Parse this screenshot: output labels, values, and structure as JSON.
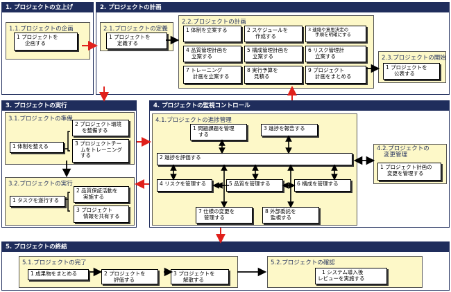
{
  "p1": {
    "title": "1. プロジェクトの立上げ",
    "s11": {
      "title": "1.1.プロジェクトの企画",
      "t1": "1 プロジェクトを",
      "t2": "企画する"
    }
  },
  "p2": {
    "title": "2. プロジェクトの計画",
    "s21": {
      "title": "2.1.プロジェクトの定義",
      "t1": "1 プロジェクトを",
      "t2": "定義する"
    },
    "s22": {
      "title": "2.2.プロジェクトの計画",
      "items": [
        {
          "l1": "1 体制を立案する",
          "l2": ""
        },
        {
          "l1": "2 スケジュールを",
          "l2": "作成する"
        },
        {
          "l1": "3 連絡や意思決定の",
          "l2": "手順を明確にする"
        },
        {
          "l1": "4 品質管理計画を",
          "l2": "立案する"
        },
        {
          "l1": "5 構成管理計画を",
          "l2": "立案する"
        },
        {
          "l1": "6 リスク管理計",
          "l2": "立案する"
        },
        {
          "l1": "7 トレーニング",
          "l2": "計画を立案する"
        },
        {
          "l1": "8 実行予算を",
          "l2": "見積る"
        },
        {
          "l1": "9 プロジェクト",
          "l2": "計画をまとめる"
        }
      ]
    },
    "s23": {
      "title": "2.3.プロジェクトの開始",
      "t1": "1 プロジェクトを",
      "t2": "公表する"
    }
  },
  "p3": {
    "title": "3. プロジェクトの実行",
    "s31": {
      "title": "3.1.プロジェクトの準備",
      "a": "1 体制を整える",
      "b1": "2 プロジェクト環境",
      "b2": "を整備する",
      "c1": "3 プロジェクトチー",
      "c2": "ムをトレーニング",
      "c3": "する"
    },
    "s32": {
      "title": "3.2.プロジェクトの実行",
      "a": "1 タスクを遂行する",
      "b1": "2 品質保証活動を",
      "b2": "実施する",
      "c1": "3 プロジェクト",
      "c2": "情報を共有する"
    }
  },
  "p4": {
    "title": "4. プロジェクトの監視コントロール",
    "s41": {
      "title": "4.1.プロジェクトの進捗管理",
      "i1a": "1 問題課題を管理",
      "i1b": "する",
      "i3": "3 進捗を報告する",
      "i2": "2 進捗を評価する",
      "i4": "4 リスクを管理する",
      "i5": "5 品質を管理する",
      "i6": "6 構成を管理する",
      "i7a": "7 仕様の変更を",
      "i7b": "管理する",
      "i8a": "8 外部委託を",
      "i8b": "監視する"
    },
    "s42": {
      "title1": "4.2.プロジェクトの",
      "title2": "変更管理",
      "t1": "1 プロジェクト計画の",
      "t2": "変更を管理する"
    }
  },
  "p5": {
    "title": "5. プロジェクトの終結",
    "s51": {
      "title": "5.1.プロジェクトの完了",
      "a": "1 成果物をまとめる",
      "b1": "2 プロジェクトを",
      "b2": "評価する",
      "c1": "3 プロジェクトを",
      "c2": "解散する"
    },
    "s52": {
      "title": "5.2.プロジェクトの確認",
      "t1": "1 システム導入後",
      "t2": "レビューを実施する"
    }
  },
  "colors": {
    "header": "#1f2d5c",
    "sub_bg": "#fdf8c8",
    "flow_arrow": "#e0201b"
  }
}
